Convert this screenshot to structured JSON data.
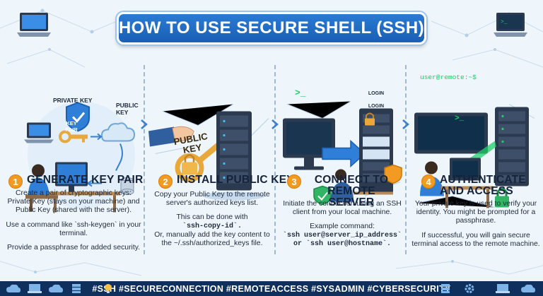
{
  "title": "HOW TO USE SECURE SHELL (SSH)",
  "colors": {
    "title_bg": "#1a5fb4",
    "badge": "#f39a22",
    "footer_bg": "#0f2f5c",
    "key_gold": "#e8a93a",
    "server_dark": "#2c3a50",
    "screen_green": "#1fd06a"
  },
  "steps": [
    {
      "number": "1",
      "title": "GENERATE KEY PAIR",
      "illustration_labels": {
        "private_key": "PRIVATE KEY",
        "public_key": "PUBLIC KEY",
        "screen_key": "KEY PAIR"
      },
      "paragraphs": [
        "Create a pair of cryptographic keys: Private Key (stays on your machine) and Public Key (shared with the server).",
        "Use a command like `ssh-keygen` in your terminal.",
        "Provide a passphrase for added security."
      ]
    },
    {
      "number": "2",
      "title": "INSTALL PUBLIC KEY",
      "illustration_labels": {
        "key_label": "PUBLIC KEY"
      },
      "paragraphs": [
        "Copy your Public Key to the remote server's authorized keys list.",
        "This can be done with",
        "`ssh-copy-id`.",
        "Or, manually add the key content to the ~/.ssh/authorized_keys file."
      ]
    },
    {
      "number": "3",
      "title": "CONNECT TO REMOTE SERVER",
      "illustration_labels": {
        "login_1": "LOGIN",
        "login_2": "LOGIN",
        "prompt": ">_"
      },
      "paragraphs": [
        "Initiate the connection using an SSH client from your local machine.",
        "Example command:",
        "`ssh user@server_ip_address`",
        "or `ssh user@hostname`."
      ]
    },
    {
      "number": "4",
      "title": "AUTHENTICATE AND ACCESS",
      "illustration_labels": {
        "prompt": "user@remote:~$",
        "terminal": ">_"
      },
      "paragraphs": [
        "Your private key is used to verify your identity. You might be prompted for a passphrase.",
        "If successful, you will gain secure terminal access to the remote machine."
      ]
    }
  ],
  "footer": {
    "hashtags": "#SSH #SECURECONNECTION #REMOTEACCESS #SYSADMIN #CYBERSECURITY",
    "icons": [
      "cloud-icon",
      "laptop-icon",
      "cloud-icon",
      "server-icon",
      "bulb-icon",
      "server-icon",
      "gear-icon",
      "laptop-icon",
      "cloud-icon"
    ]
  }
}
